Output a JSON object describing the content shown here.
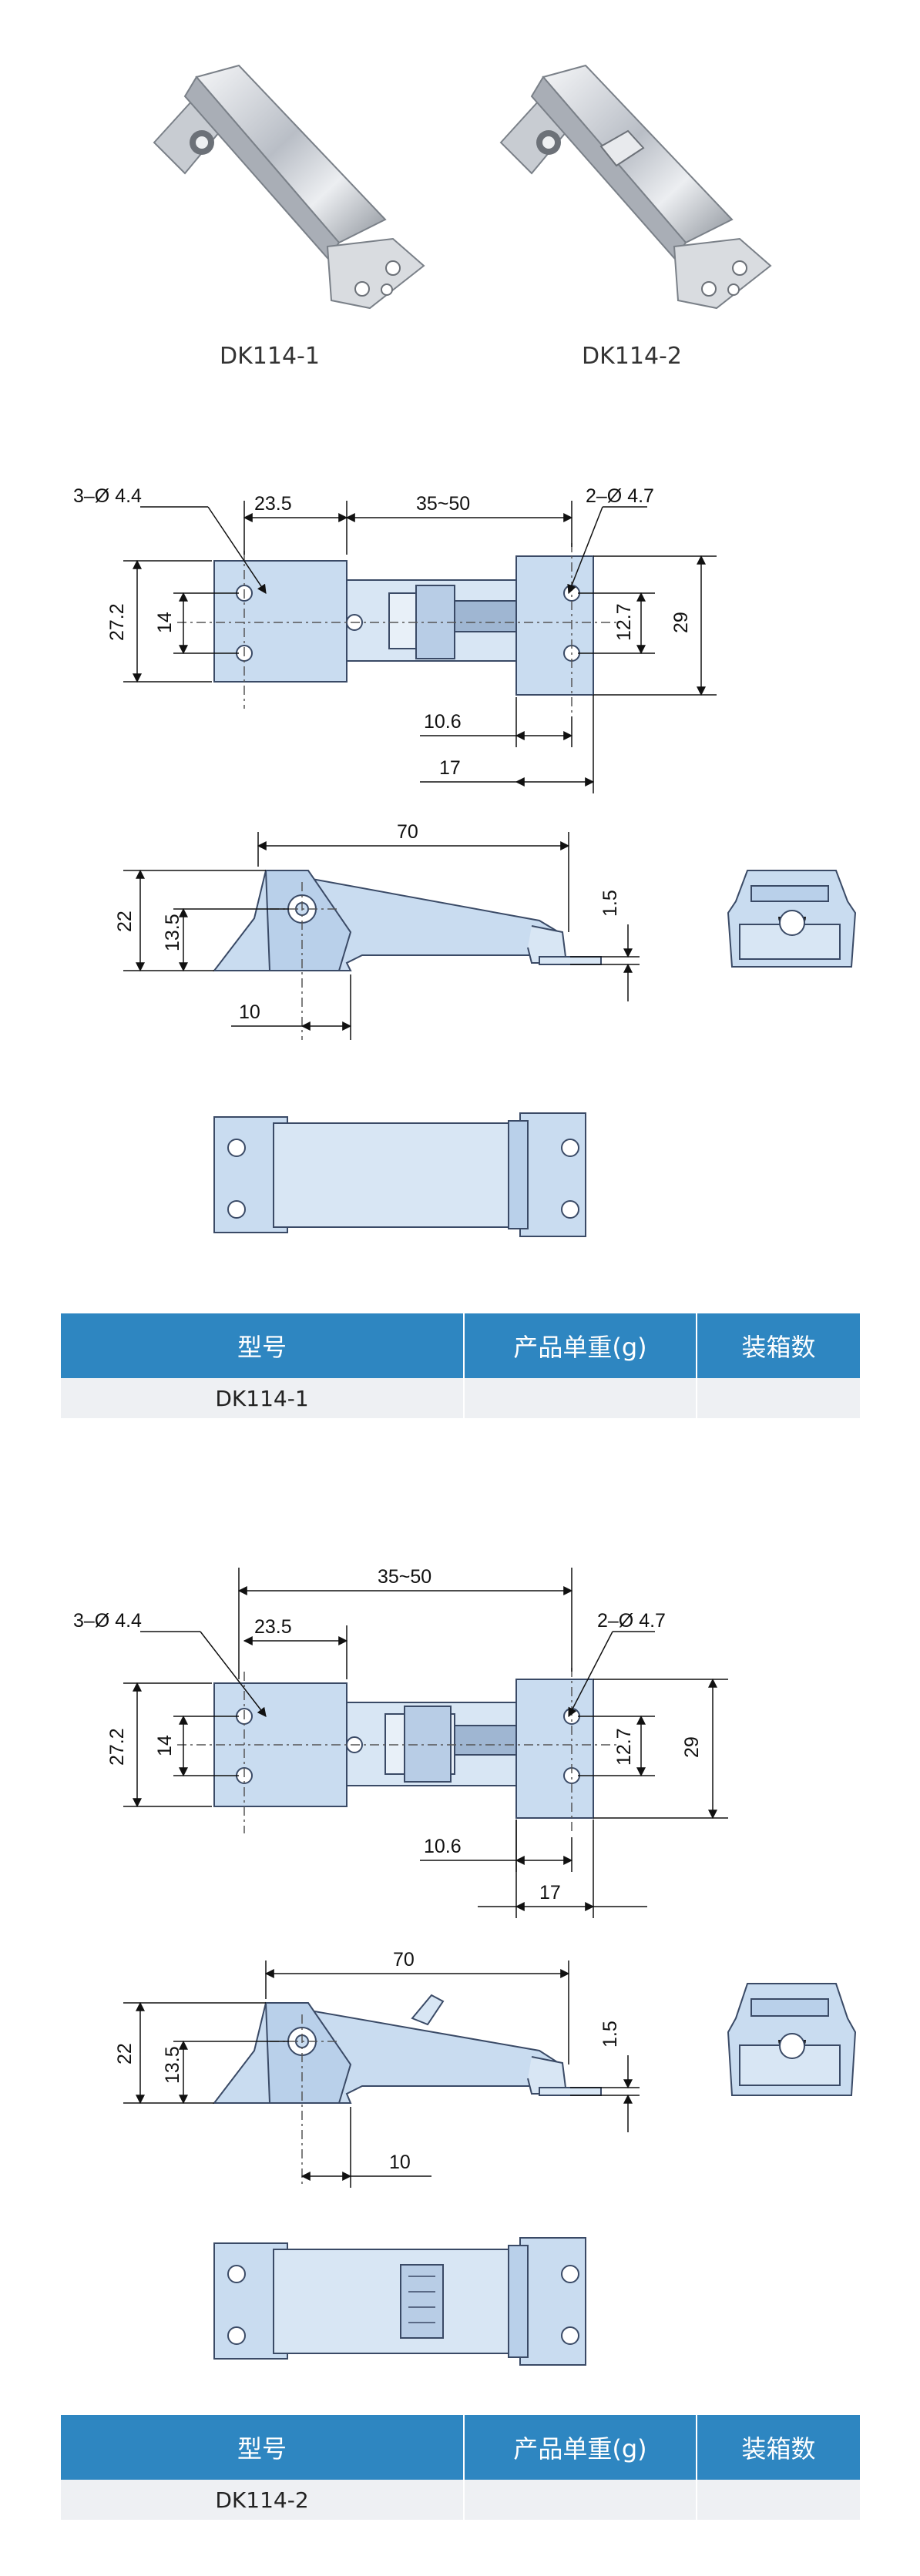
{
  "products": [
    {
      "model": "DK114-1",
      "has_tab": false
    },
    {
      "model": "DK114-2",
      "has_tab": true
    }
  ],
  "table_headers": [
    "型号",
    "产品单重(g)",
    "装箱数"
  ],
  "dims": {
    "holes_left": "3–Ø 4.4",
    "holes_right": "2–Ø 4.7",
    "d_23_5": "23.5",
    "d_35_50": "35~50",
    "d_27_2": "27.2",
    "d_14": "14",
    "d_12_7": "12.7",
    "d_29": "29",
    "d_10_6": "10.6",
    "d_17": "17",
    "d_70": "70",
    "d_22": "22",
    "d_13_5": "13.5",
    "d_1_5": "1.5",
    "d_10": "10"
  },
  "colors": {
    "header_blue": "#2e86c1",
    "part_fill": "#c9dcf0",
    "part_stroke": "#3a4a66",
    "row_bg": "#eef0f3"
  }
}
